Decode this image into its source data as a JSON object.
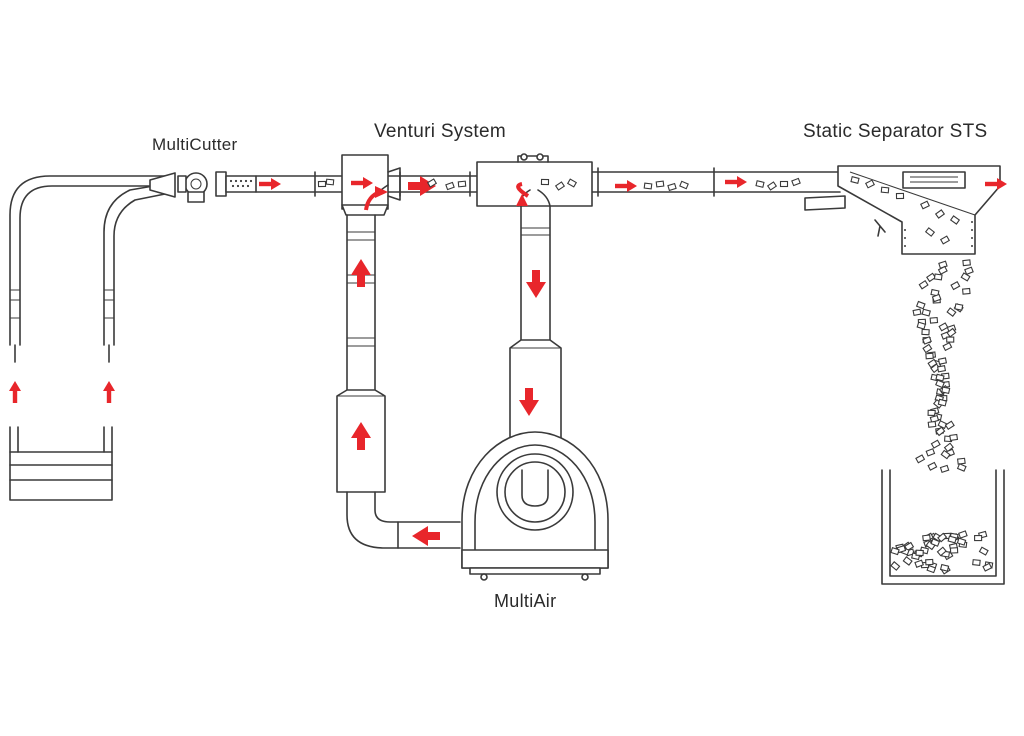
{
  "labels": {
    "multicutter": "MultiCutter",
    "venturi": "Venturi System",
    "separator": "Static Separator STS",
    "multiair": "MultiAir"
  },
  "colors": {
    "flow_arrow": "#e8262b",
    "line": "#3a3a3a",
    "background": "#ffffff"
  }
}
